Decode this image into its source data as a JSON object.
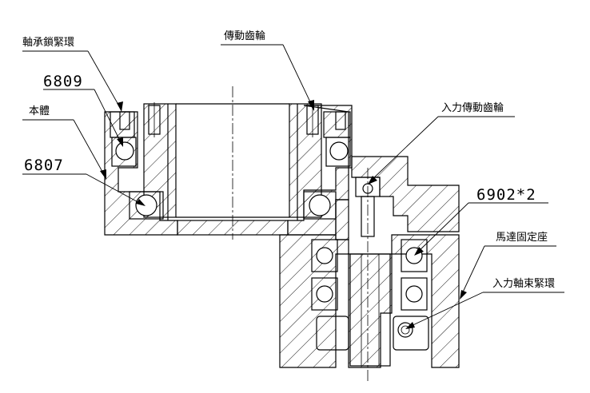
{
  "drawing": {
    "labels": {
      "bearing_lock_ring": "軸承鎖緊環",
      "bearing_6809": "6809",
      "body": "本體",
      "bearing_6807": "6807",
      "drive_gear": "傳動齒輪",
      "input_drive_gear": "入力傳動齒輪",
      "bearing_6902x2": "6902*2",
      "motor_mount": "馬達固定座",
      "input_shaft_lock_ring": "入力軸束緊環"
    }
  }
}
